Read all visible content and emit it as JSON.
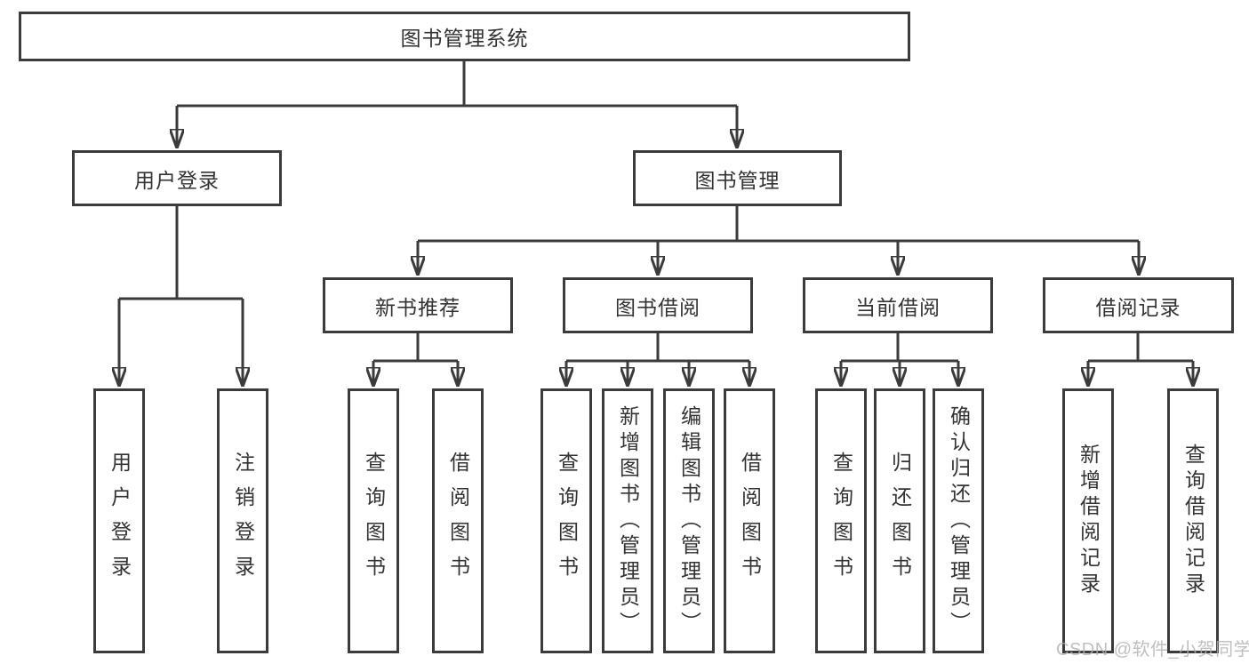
{
  "colors": {
    "line": "#3b3b3b",
    "box_border": "#3b3b3b",
    "text": "#333333",
    "watermark": "#b0b0b0",
    "background": "#ffffff"
  },
  "diagram": {
    "title": "图书管理系统",
    "level2": {
      "user_login": "用户登录",
      "book_management": "图书管理"
    },
    "level3": {
      "new_book_recommend": "新书推荐",
      "book_borrow": "图书借阅",
      "current_borrow": "当前借阅",
      "borrow_record": "借阅记录"
    },
    "leaves": {
      "user_login": "用户登录",
      "logout": "注销登录",
      "nb_query_books": "查询图书",
      "nb_borrow_books": "借阅图书",
      "bb_query_books": "查询图书",
      "bb_add_books": "新增图书（管理员）",
      "bb_edit_books": "编辑图书（管理员）",
      "bb_borrow_books": "借阅图书",
      "cb_query_books": "查询图书",
      "cb_return_books": "归还图书",
      "cb_confirm_return": "确认归还（管理员）",
      "br_add_record": "新增借阅记录",
      "br_query_record": "查询借阅记录"
    }
  },
  "watermark": "CSDN @软件_小贺同学"
}
